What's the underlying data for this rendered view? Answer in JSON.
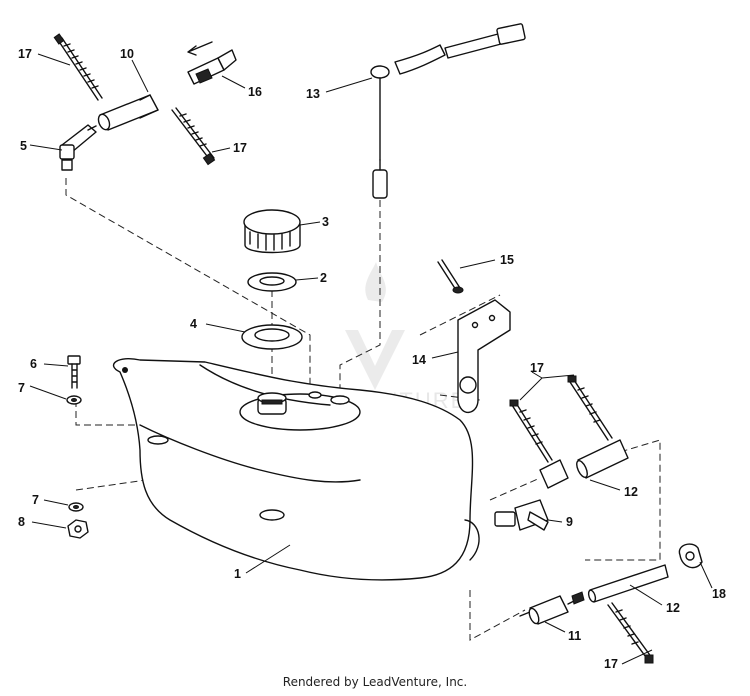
{
  "callouts": [
    {
      "id": "c17a",
      "label": "17"
    },
    {
      "id": "c10",
      "label": "10"
    },
    {
      "id": "c16",
      "label": "16"
    },
    {
      "id": "c5",
      "label": "5"
    },
    {
      "id": "c17b",
      "label": "17"
    },
    {
      "id": "c13",
      "label": "13"
    },
    {
      "id": "c3",
      "label": "3"
    },
    {
      "id": "c2",
      "label": "2"
    },
    {
      "id": "c15",
      "label": "15"
    },
    {
      "id": "c4",
      "label": "4"
    },
    {
      "id": "c14",
      "label": "14"
    },
    {
      "id": "c6",
      "label": "6"
    },
    {
      "id": "c7a",
      "label": "7"
    },
    {
      "id": "c17c",
      "label": "17"
    },
    {
      "id": "c12a",
      "label": "12"
    },
    {
      "id": "c7b",
      "label": "7"
    },
    {
      "id": "c9",
      "label": "9"
    },
    {
      "id": "c8",
      "label": "8"
    },
    {
      "id": "c1",
      "label": "1"
    },
    {
      "id": "c18",
      "label": "18"
    },
    {
      "id": "c12b",
      "label": "12"
    },
    {
      "id": "c11",
      "label": "11"
    },
    {
      "id": "c17d",
      "label": "17"
    }
  ],
  "footer": {
    "text": "Rendered by LeadVenture, Inc."
  },
  "watermark": {
    "text": "LEADVENTURE"
  }
}
